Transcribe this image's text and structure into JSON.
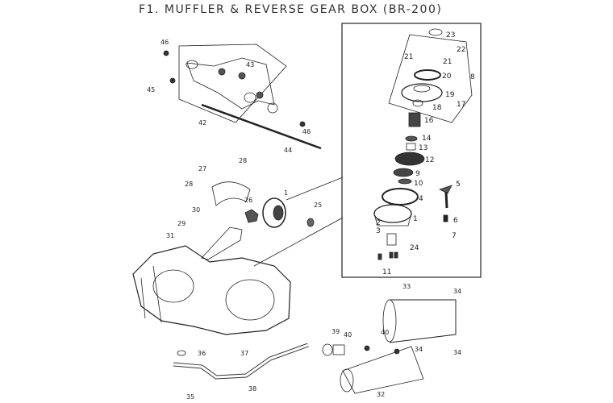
{
  "title": "F1. MUFFLER & REVERSE GEAR BOX (BR-200)",
  "callouts": {
    "bracket": [
      "46",
      "43",
      "45",
      "42",
      "46",
      "44"
    ],
    "gearbox": [
      "23",
      "22",
      "21",
      "21",
      "20",
      "8",
      "19",
      "17",
      "18",
      "16",
      "14",
      "13",
      "12",
      "9",
      "10",
      "4",
      "5",
      "1",
      "2",
      "3",
      "6",
      "7",
      "24",
      "11"
    ],
    "middle": [
      "28",
      "27",
      "28",
      "26",
      "25",
      "30",
      "29",
      "31",
      "1"
    ],
    "exhaust": [
      "33",
      "34",
      "34",
      "34",
      "39",
      "40",
      "40",
      "36",
      "37",
      "38",
      "35",
      "32"
    ]
  }
}
